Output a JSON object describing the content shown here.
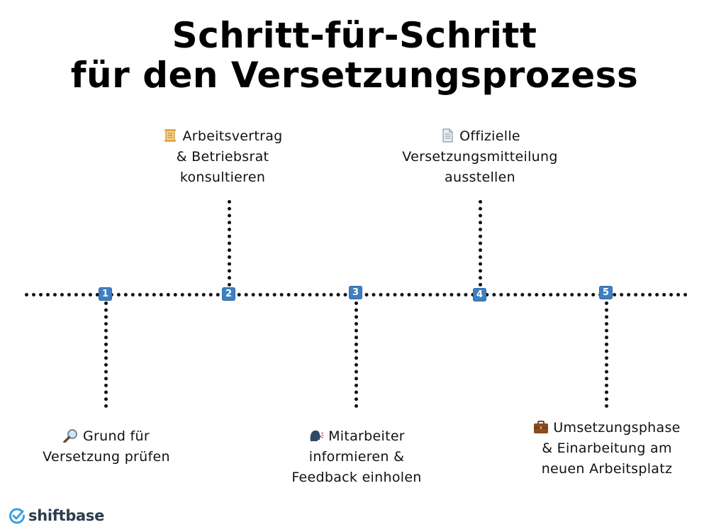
{
  "title": {
    "line1": "Schritt-für-Schritt",
    "line2": "für den Versetzungsprozess"
  },
  "steps": [
    {
      "number": "1",
      "icon": "magnifier-icon",
      "line1": "Grund für",
      "line2": "Versetzung prüfen",
      "line3": "",
      "position": "below"
    },
    {
      "number": "2",
      "icon": "scroll-icon",
      "line1": "Arbeitsvertrag",
      "line2": "& Betriebsrat",
      "line3": "konsultieren",
      "position": "above"
    },
    {
      "number": "3",
      "icon": "speaking-head-icon",
      "line1": "Mitarbeiter",
      "line2": "informieren &",
      "line3": "Feedback einholen",
      "position": "below"
    },
    {
      "number": "4",
      "icon": "document-icon",
      "line1": "Offizielle",
      "line2": "Versetzungsmitteilung",
      "line3": "ausstellen",
      "position": "above"
    },
    {
      "number": "5",
      "icon": "briefcase-icon",
      "line1": "Umsetzungsphase",
      "line2": "& Einarbeitung am",
      "line3": "neuen Arbeitsplatz",
      "position": "below"
    }
  ],
  "logo": {
    "text": "shiftbase",
    "icon": "check-circle-icon"
  },
  "colors": {
    "marker": "#3f7fc2",
    "text": "#111111",
    "logo": "#2d3b4e",
    "logo_check": "#3aa0e0"
  }
}
